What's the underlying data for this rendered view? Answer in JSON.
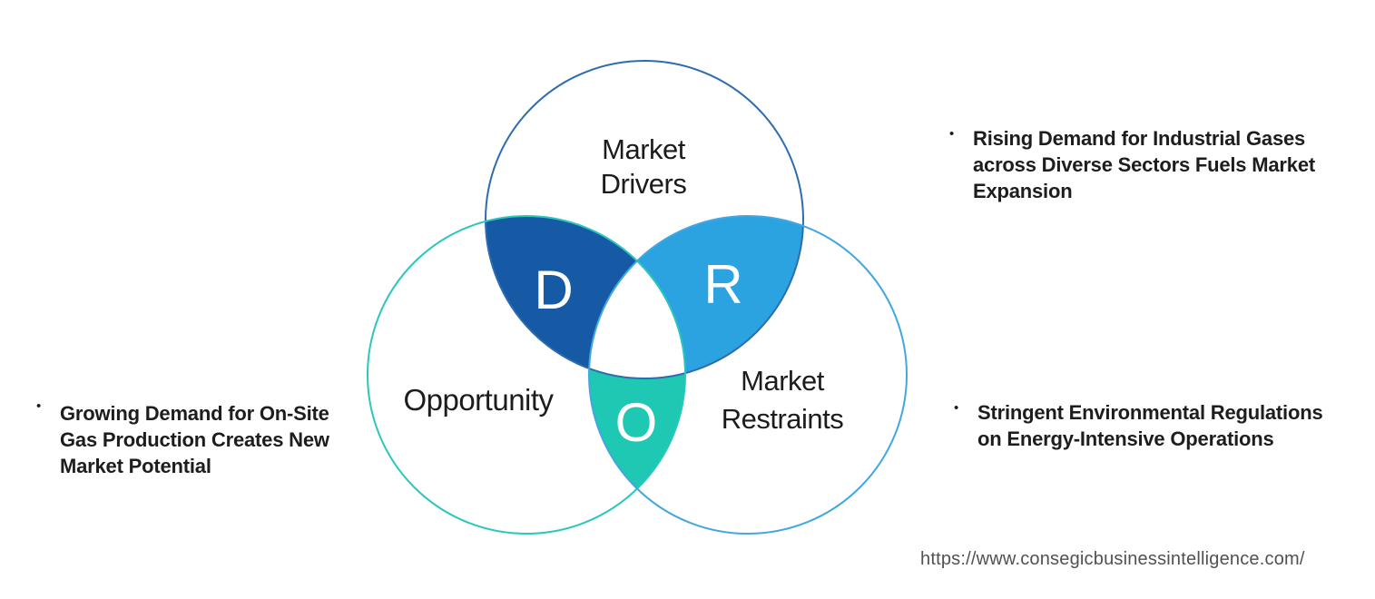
{
  "venn": {
    "circles": {
      "drivers": {
        "label_line1": "Market",
        "label_line2": "Drivers",
        "stroke": "#2D6CB0"
      },
      "opportunity": {
        "label": "Opportunity",
        "stroke": "#2CC7BC"
      },
      "restraints": {
        "label_line1": "Market",
        "label_line2": "Restraints",
        "stroke": "#41A7E1"
      }
    },
    "overlaps": {
      "drivers_opportunity": {
        "letter": "D",
        "fill": "#1659A4"
      },
      "drivers_restraints": {
        "letter": "R",
        "fill": "#2AA3E0"
      },
      "opportunity_restraints": {
        "letter": "O",
        "fill": "#1EC8B2"
      }
    }
  },
  "bullets": {
    "marker": "•",
    "left": {
      "text": "Growing Demand for On-Site\nGas Production Creates New\nMarket Potential"
    },
    "top_right": {
      "text": "Rising Demand for Industrial Gases\nacross Diverse Sectors Fuels Market\nExpansion"
    },
    "bottom_right": {
      "text": "Stringent Environmental Regulations\non Energy-Intensive Operations"
    }
  },
  "footer": {
    "url": "https://www.consegicbusinessintelligence.com/"
  },
  "colors": {
    "background": "#ffffff",
    "label_text": "#1c1c1c",
    "bullet_text": "#1d1d1f",
    "url_text": "#515151",
    "overlap_letter": "#ffffff"
  }
}
